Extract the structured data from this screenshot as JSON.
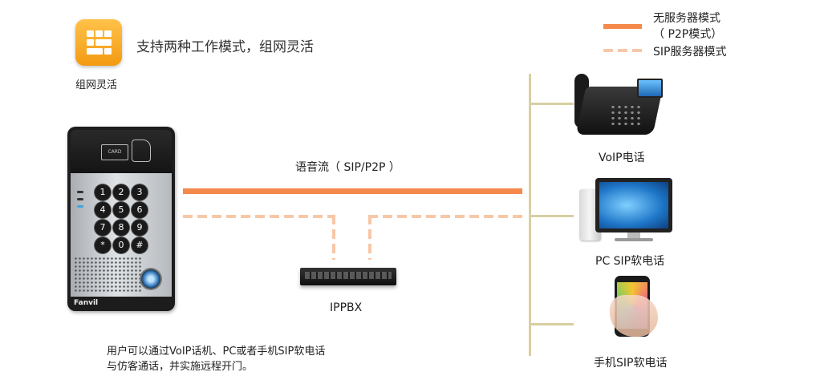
{
  "feature": {
    "icon": "grid-apps-icon",
    "icon_label": "组网灵活",
    "headline": "支持两种工作模式，组网灵活"
  },
  "legend": {
    "items": [
      {
        "label_line1": "无服务器模式",
        "label_line2": "（ P2P模式）",
        "style": "solid",
        "color": "#f5894c"
      },
      {
        "label": "SIP服务器模式",
        "style": "dashed",
        "color": "#f8c7a6"
      }
    ]
  },
  "diagram": {
    "voice_stream_label": "语音流（ SIP/P2P ）",
    "door_phone": {
      "keys": [
        "1",
        "2",
        "3",
        "4",
        "5",
        "6",
        "7",
        "8",
        "9",
        "*",
        "0",
        "#"
      ],
      "card_text": "CARD",
      "brand": "Fanvil"
    },
    "pbx_label": "IPPBX",
    "endpoints": [
      {
        "label": "VoIP电话",
        "icon": "desk-phone-icon"
      },
      {
        "label": "PC SIP软电话",
        "icon": "desktop-pc-icon"
      },
      {
        "label": "手机SIP软电话",
        "icon": "smartphone-icon"
      }
    ],
    "colors": {
      "solid_line": "#f5894c",
      "dashed_line": "#f8c7a6",
      "bus_line": "#d8cfa2"
    }
  },
  "caption": {
    "line1": "用户可以通过VoIP话机、PC或者手机SIP软电话",
    "line2": "与仿客通话，并实施远程开门。"
  }
}
